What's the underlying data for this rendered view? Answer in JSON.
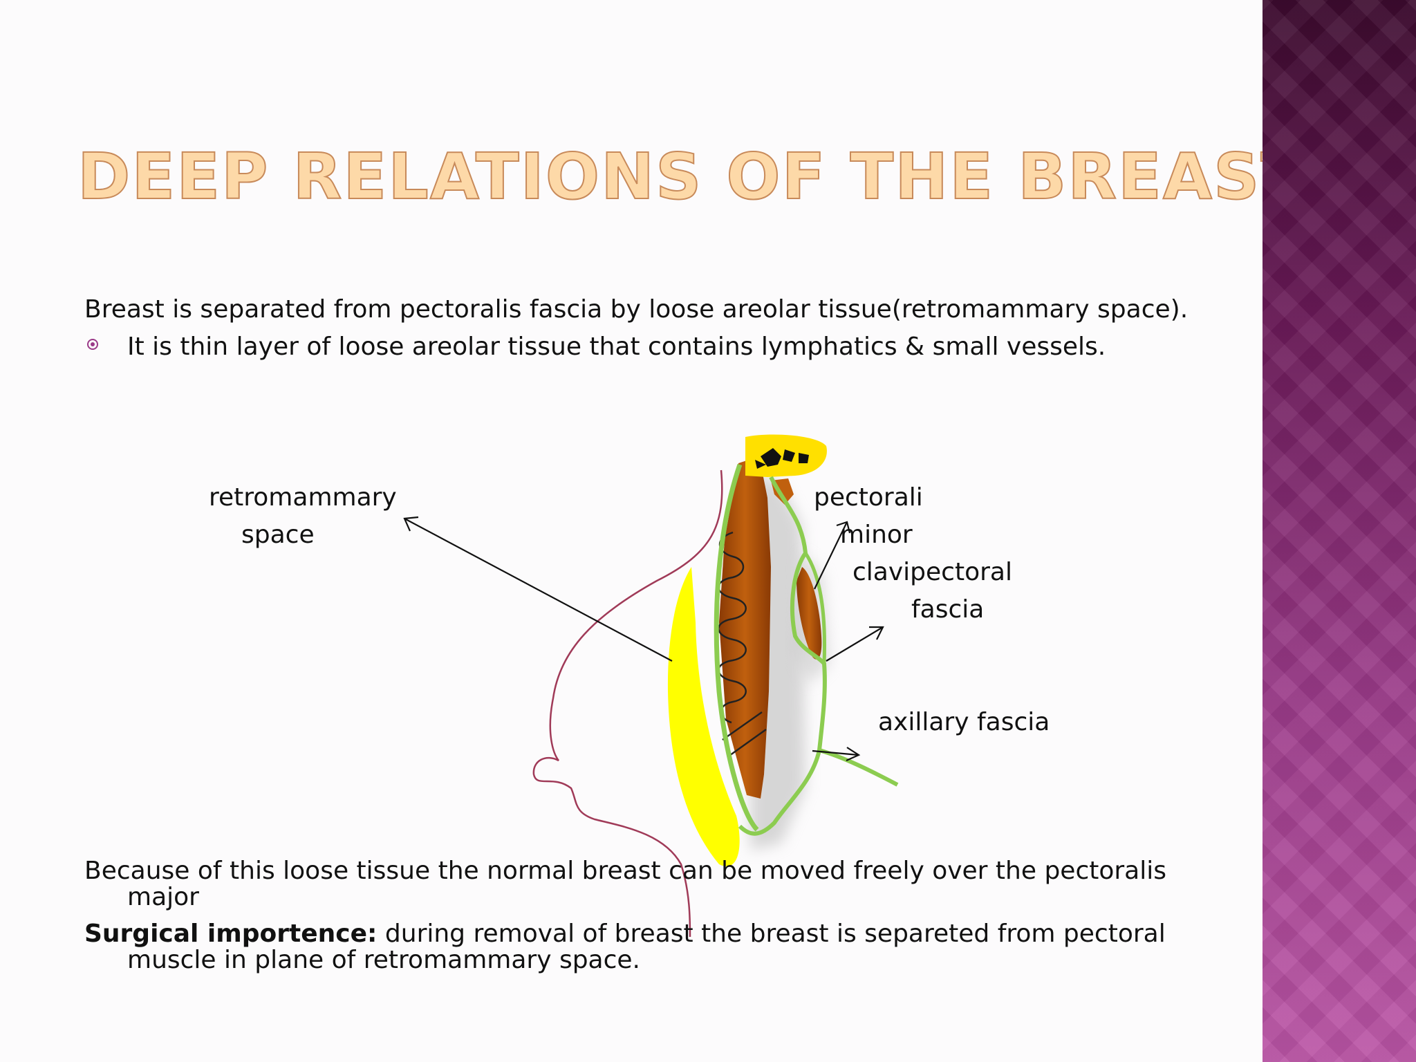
{
  "slide": {
    "title": "DEEP RELATIONS OF THE BREAST",
    "intro": "Breast is separated from pectoralis fascia by loose areolar tissue(retromammary space).",
    "bullet": "It is thin layer of loose areolar tissue that contains lymphatics  & small vessels.",
    "para1_line1": "Because of this loose tissue the normal breast can be moved freely over the pectoralis",
    "para1_line2": "major",
    "para2_bold": "Surgical importence:",
    "para2_rest": " during removal of breast the breast is separeted from pectoral",
    "para2_line2": "muscle in plane of retromammary space."
  },
  "diagram": {
    "labels": {
      "retro_line1": "retromammary",
      "retro_line2": "space",
      "pec_line1": "pectorali",
      "pec_line2": "minor",
      "clavi_line1": "clavipectoral",
      "clavi_line2": "fascia",
      "axillary": "axillary fascia"
    }
  },
  "colors": {
    "title_fill": "#fdd9a8",
    "title_stroke": "#c88a5a",
    "breast_yellow": "#ffff00",
    "muscle_brown": "#b4500a",
    "fascia_green": "#8ccc50",
    "skin_line": "#a03a58",
    "accent": "#9a3a88"
  }
}
